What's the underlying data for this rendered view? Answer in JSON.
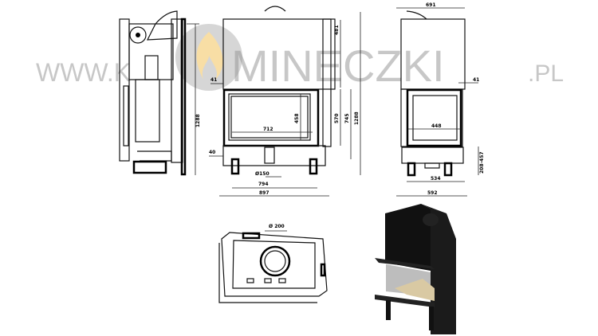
{
  "watermark": {
    "prefix": "WWW.K",
    "name": "MINECZKI",
    "suffix": ".PL",
    "icon": "flame-logo-icon",
    "colors": {
      "text": "#9a9a9a",
      "flame": "#f5c96a"
    }
  },
  "front_view": {
    "dims": {
      "top_height": "481",
      "offset_top": "41",
      "glass_width": "712",
      "glass_height": "458",
      "door_height": "570",
      "frame_height": "745",
      "total_height": "1288",
      "base_offset": "40",
      "flue": "Ø150",
      "leg_span": "794",
      "total_width": "897"
    }
  },
  "side_view": {
    "dims": {
      "depth": "1288"
    }
  },
  "right_view": {
    "dims": {
      "top_width": "691",
      "offset": "41",
      "glass_width": "448",
      "base_width": "534",
      "total_width": "592",
      "leg_height": "208-457"
    }
  },
  "top_view": {
    "dims": {
      "flue": "Ø 200"
    }
  }
}
